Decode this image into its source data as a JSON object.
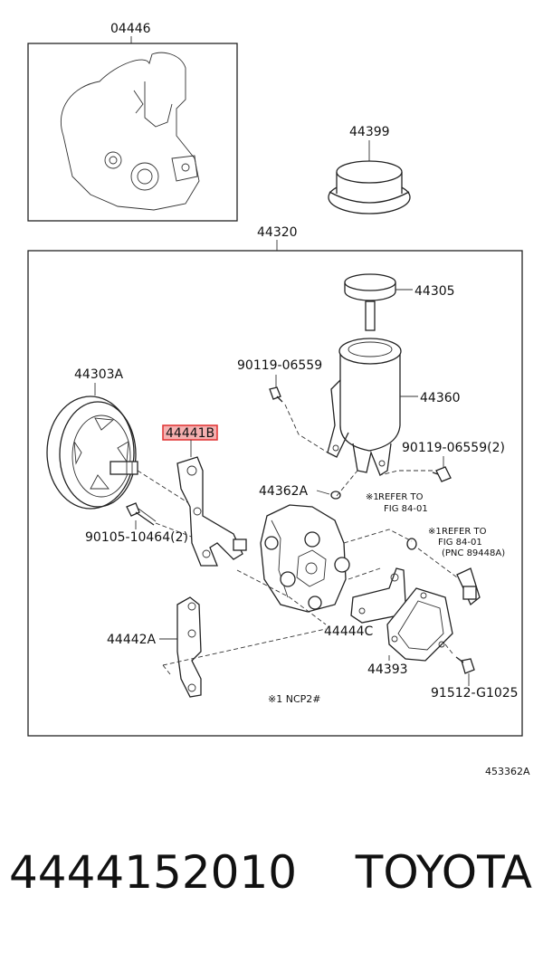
{
  "diagram": {
    "labels": {
      "p04446": "04446",
      "p44399": "44399",
      "p44320": "44320",
      "p44305": "44305",
      "p44303A": "44303A",
      "p90119a": "90119-06559",
      "p44360": "44360",
      "p44441": "44441B",
      "p90119b": "90119-06559(2)",
      "p44362A": "44362A",
      "note1_mark": "※1",
      "note1_line1": "REFER TO",
      "note1_line2": "FIG 84-01",
      "note2_mark": "※1",
      "note2_line1": "REFER TO",
      "note2_line2": "FIG 84-01",
      "note2_line3": "(PNC 89448A)",
      "p90105": "90105-10464(2)",
      "p44442A": "44442A",
      "p44444C": "44444C",
      "p44393": "44393",
      "p91512": "91512-G1025",
      "ncp_note": "※1 NCP2#",
      "ref_code": "453362A"
    },
    "highlight_color": "#e03030",
    "highlight_fill": "#f5b0b0"
  },
  "footer": {
    "part_number": "4444152010",
    "brand": "TOYOTA"
  }
}
